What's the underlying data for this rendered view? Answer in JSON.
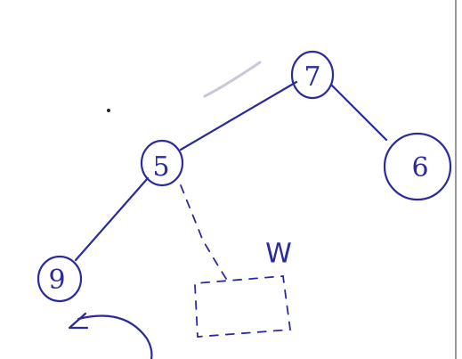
{
  "diagram": {
    "nodes": [
      {
        "id": "n7",
        "label": "7"
      },
      {
        "id": "n5",
        "label": "5"
      },
      {
        "id": "n6",
        "label": "6"
      },
      {
        "id": "n9",
        "label": "9"
      }
    ],
    "subtree_label": "W",
    "colors": {
      "ink": "#2b2a9e",
      "background": "#ffffff"
    }
  }
}
